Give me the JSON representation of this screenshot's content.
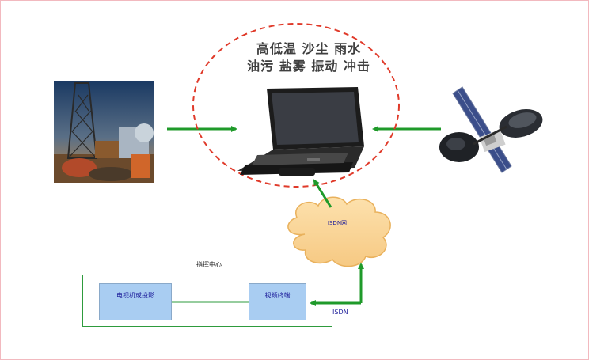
{
  "environment": {
    "line1": "高低温   沙尘   雨水",
    "line2": "油污  盐雾   振动   冲击"
  },
  "network": {
    "cloud_label": "ISDN网",
    "link_label": "ISDN"
  },
  "command_center": {
    "title": "指挥中心",
    "video_box_label": "电视机或投影",
    "terminal_box_label": "视频终端"
  },
  "colors": {
    "arrow_green": "#1f9a2a",
    "dashed_ellipse": "#e03a2a",
    "box_fill": "#a9cdf2",
    "cloud_fill": "#fbd79a",
    "border_pink": "#f2b9bf"
  },
  "icons": {
    "oil_rig": "oil-rig-photo",
    "laptop": "rugged-laptop",
    "satellite": "satellite-antenna"
  }
}
